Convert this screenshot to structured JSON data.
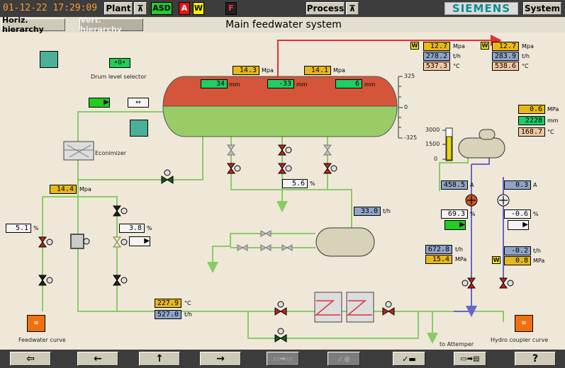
{
  "topbar": {
    "datetime": "01-12-22 17:29:09",
    "plant_label": "Plant",
    "asd_label": "ASD",
    "a_label": "A",
    "w_label": "W",
    "f_label": "F",
    "process_label": "Process",
    "brand": "SIEMENS",
    "system_label": "System"
  },
  "subbar": {
    "horiz_label": "Horiz. hierarchy",
    "vert_label": "Vert. hierarchy",
    "page_title": "Main feedwater system"
  },
  "labels": {
    "drum_level_selector": "Drum level selector",
    "econimizer": "Econimizer",
    "feedwater_curve": "Feedwater curve",
    "hydro_coupler_curve": "Hydro coupler curve",
    "to_attemper": "to Attemper",
    "scale_top": "325",
    "scale_mid": "0",
    "scale_bot": "-325",
    "tank_3000": "3000",
    "tank_1500": "1500",
    "tank_0": "0"
  },
  "drum": {
    "pressure_left": {
      "value": "14.3",
      "unit": "Mpa"
    },
    "pressure_right": {
      "value": "14.1",
      "unit": "Mpa"
    },
    "levels": [
      {
        "value": "34",
        "unit": "mm"
      },
      {
        "value": "-33",
        "unit": "mm"
      },
      {
        "value": "6",
        "unit": "mm"
      }
    ]
  },
  "steam_out": [
    {
      "w": "W",
      "pressure": "12.7",
      "pressure_unit": "Mpa",
      "flow": "278.2",
      "flow_unit": "t/h",
      "temp": "537.3",
      "temp_unit": "°C"
    },
    {
      "w": "W",
      "pressure": "12.7",
      "pressure_unit": "Mpa",
      "flow": "283.9",
      "flow_unit": "t/h",
      "temp": "538.6",
      "temp_unit": "°C"
    }
  ],
  "deaerator": {
    "pressure": {
      "value": "0.6",
      "unit": "MPa"
    },
    "level": {
      "value": "2228",
      "unit": "mm"
    },
    "temp": {
      "value": "168.7",
      "unit": "°C"
    },
    "tank_fill_fraction": 0.74
  },
  "left_loop": {
    "pressure": {
      "value": "14.4",
      "unit": "Mpa"
    },
    "valve_a": {
      "value": "5.1",
      "unit": "%"
    },
    "valve_b": {
      "value": "3.8",
      "unit": "%"
    }
  },
  "mid": {
    "valve_pos": {
      "value": "5.6",
      "unit": "%"
    },
    "flow": {
      "value": "33.0",
      "unit": "t/h"
    }
  },
  "pumps": {
    "left": {
      "current": "458.5",
      "current_unit": "A",
      "pos": "69.3",
      "pos_unit": "%",
      "flow": "672.8",
      "flow_unit": "t/h",
      "pressure": "15.4",
      "pressure_unit": "MPa"
    },
    "right": {
      "current": "0.3",
      "current_unit": "A",
      "pos": "-0.6",
      "pos_unit": "%",
      "flow": "-0.2",
      "flow_unit": "t/h",
      "w": "W",
      "pressure": "0.8",
      "pressure_unit": "MPa"
    }
  },
  "bottom": {
    "temp": {
      "value": "227.9",
      "unit": "°C"
    },
    "flow": {
      "value": "527.0",
      "unit": "t/h"
    }
  },
  "colors": {
    "drum_steam": "#d4553a",
    "drum_water": "#99cc66",
    "pipe_green": "#88cc66",
    "pipe_red": "#dd3333",
    "pipe_blue": "#6666cc",
    "valve_red": "#bb2222"
  }
}
